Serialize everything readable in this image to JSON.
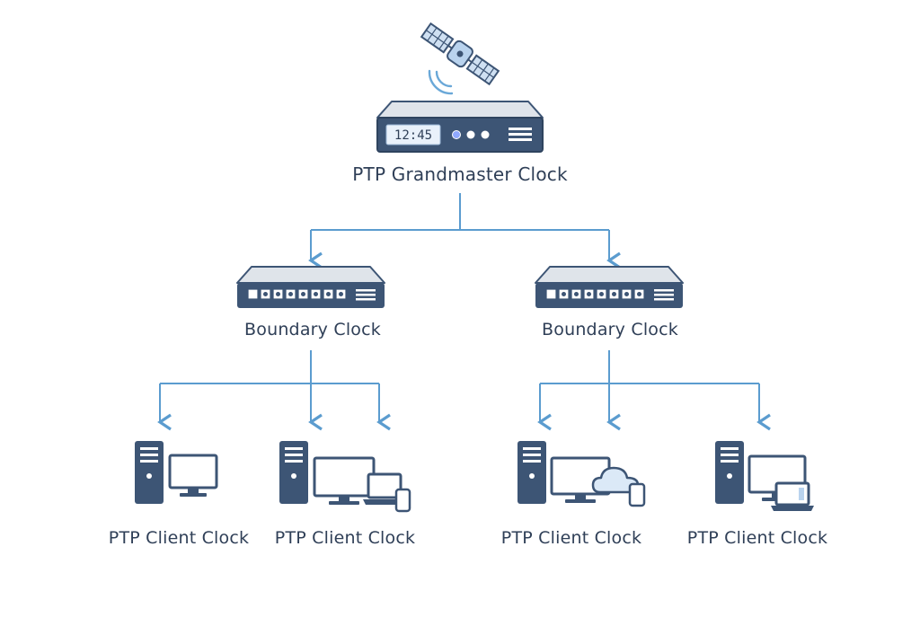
{
  "diagram": {
    "grandmaster": {
      "label": "PTP Grandmaster Clock",
      "display_time": "12:45",
      "icon": "grandmaster-clock-appliance-icon"
    },
    "satellite": {
      "icon": "gps-satellite-icon"
    },
    "boundary_clocks": [
      {
        "label": "Boundary Clock",
        "icon": "network-switch-icon"
      },
      {
        "label": "Boundary Clock",
        "icon": "network-switch-icon"
      }
    ],
    "clients": [
      {
        "label": "PTP Client Clock",
        "icon": "server-tower-with-monitor-icon"
      },
      {
        "label": "PTP Client Clock",
        "icon": "server-tower-with-monitor-laptop-phone-icon"
      },
      {
        "label": "PTP Client Clock",
        "icon": "server-tower-with-monitor-cloud-phone-icon"
      },
      {
        "label": "PTP Client Clock",
        "icon": "server-tower-with-monitor-laptop-icon"
      }
    ],
    "colors": {
      "line": "#5b9ccf",
      "device": "#3d5575",
      "device_top": "#dfe4ea",
      "text": "#2f3f57",
      "accent": "#6aa8d8"
    }
  }
}
